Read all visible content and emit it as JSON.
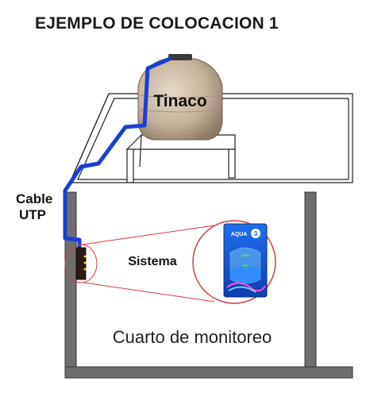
{
  "title": "EJEMPLO DE COLOCACION 1",
  "labels": {
    "tank": "Tinaco",
    "cable_line1": "Cable",
    "cable_line2": "UTP",
    "system": "Sistema",
    "room": "Cuarto de monitoreo"
  },
  "device": {
    "brand": "AQUA",
    "badge": "3",
    "levels": [
      "100%",
      "70%"
    ]
  },
  "colors": {
    "cable": "#1a3fd6",
    "tank": "#c8b7a3",
    "wall": "#6e6e6e",
    "zoom_circle": "#d23c3c",
    "device_bg": "#1565e8"
  }
}
